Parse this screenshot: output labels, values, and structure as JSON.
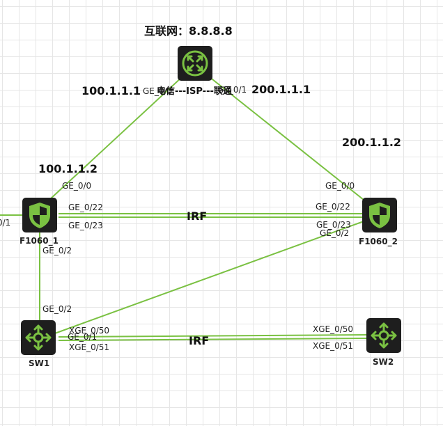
{
  "title": "互联网：8.8.8.8",
  "isp_link_label": "电信---ISP---联通",
  "irf_label": "IRF",
  "colors": {
    "link": "#7ac142",
    "icon_bg": "#1e1e1e",
    "icon_fg": "#7ac142"
  },
  "devices": {
    "router": {
      "name": "",
      "icon": "router-icon"
    },
    "f1": {
      "name": "F1060_1",
      "icon": "firewall-icon"
    },
    "f2": {
      "name": "F1060_2",
      "icon": "firewall-icon"
    },
    "sw1": {
      "name": "SW1",
      "icon": "switch-icon"
    },
    "sw2": {
      "name": "SW2",
      "icon": "switch-icon"
    }
  },
  "ips": {
    "isp_left": "100.1.1.1",
    "isp_right": "200.1.1.1",
    "f1_wan": "100.1.1.2",
    "f2_wan": "200.1.1.2"
  },
  "ports": {
    "router_left": "GE_0/0",
    "router_right": "GE_0/1",
    "f1_up": "GE_0/0",
    "f1_irf_a": "GE_0/22",
    "f1_irf_b": "GE_0/23",
    "f1_down": "GE_0/2",
    "f1_left_edge": "0/1",
    "f2_up": "GE_0/0",
    "f2_irf_a": "GE_0/22",
    "f2_irf_b": "GE_0/23",
    "f2_down": "GE_0/2",
    "sw1_up": "GE_0/2",
    "sw1_xge_a": "XGE_0/50",
    "sw1_ge1": "GE_0/1",
    "sw1_xge_b": "XGE_0/51",
    "sw2_xge_a": "XGE_0/50",
    "sw2_xge_b": "XGE_0/51"
  }
}
